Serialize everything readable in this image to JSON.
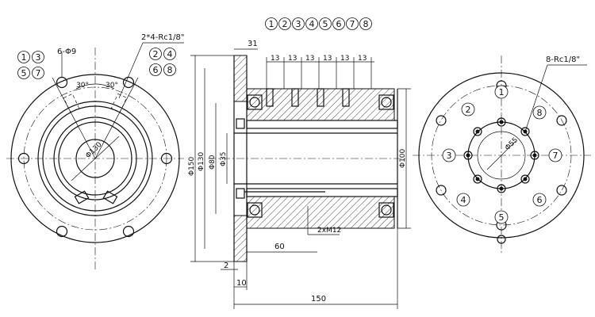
{
  "header_bubbles": [
    "1",
    "2",
    "3",
    "4",
    "5",
    "6",
    "7",
    "8"
  ],
  "left_view": {
    "legend": [
      "1",
      "3",
      "5",
      "7"
    ],
    "holes_label": "6-Φ9",
    "angle_left": "30°",
    "angle_right": "30°",
    "diameter_label": "Φ130",
    "ports_label": "2*4-Rc1/8\"",
    "ports_legend": [
      "2",
      "4",
      "6",
      "8"
    ]
  },
  "section_view": {
    "dim_flange_width": "31",
    "dim_channels": [
      "13",
      "13",
      "13",
      "13",
      "13",
      "13"
    ],
    "dim_d150": "Φ150",
    "dim_d130": "Φ130",
    "dim_d80": "Φ80",
    "dim_d35": "Φ35",
    "dim_d100": "Φ100",
    "dim_thread": "2xM12",
    "dim_60": "60",
    "dim_2": "2",
    "dim_10": "10",
    "dim_150": "150"
  },
  "right_view": {
    "ports_label": "8-Rc1/8\"",
    "port_numbers": [
      "1",
      "8",
      "7",
      "6",
      "5",
      "4",
      "3",
      "2"
    ],
    "diameter_label": "Φ55"
  }
}
